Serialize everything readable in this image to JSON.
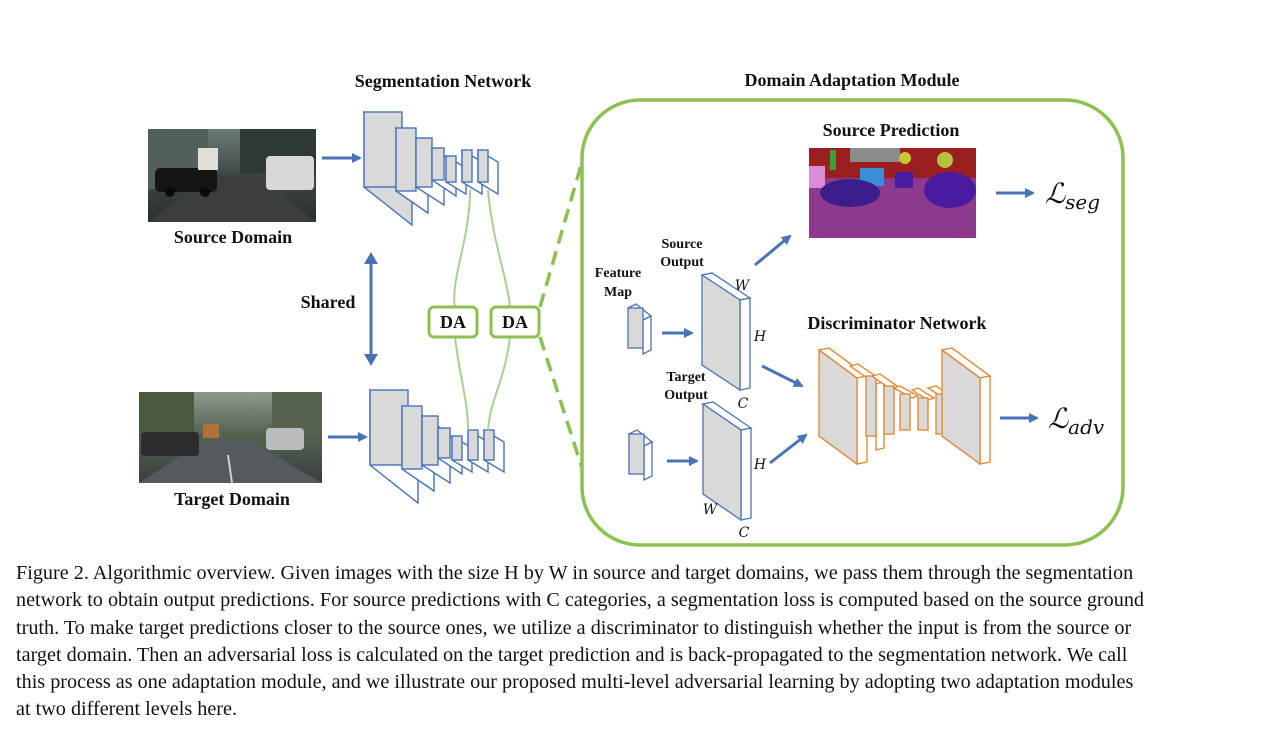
{
  "figure": {
    "segmentation_network_title": "Segmentation Network",
    "domain_adaptation_module_title": "Domain Adaptation Module",
    "source_domain_label": "Source Domain",
    "target_domain_label": "Target Domain",
    "shared_label": "Shared",
    "da_label_1": "DA",
    "da_label_2": "DA",
    "feature_map_label": [
      "Feature",
      "Map"
    ],
    "source_output_label": [
      "Source",
      "Output"
    ],
    "target_output_label": [
      "Target",
      "Output"
    ],
    "source_prediction_title": "Source Prediction",
    "discriminator_network_title": "Discriminator Network",
    "dim_w_source": "W",
    "dim_h_source": "H",
    "dim_c_source": "C",
    "dim_w_target": "W",
    "dim_h_target": "H",
    "dim_c_target": "C",
    "loss_seg_symbol": "ℒ",
    "loss_seg_subscript": "seg",
    "loss_adv_symbol": "ℒ",
    "loss_adv_subscript": "adv",
    "colors": {
      "network_stroke": "#4a72b8",
      "network_fill": "#d9d9d9",
      "arrow": "#4a72b8",
      "module_border": "#8cc152",
      "discriminator_stroke": "#e08a3c"
    }
  },
  "caption": {
    "lines": [
      "Figure 2.  Algorithmic overview. Given images with the size H by W in source and target domains, we pass them through the segmentation",
      "network to obtain output predictions. For source predictions with C categories, a segmentation loss is computed based on the source ground",
      "truth. To make target predictions closer to the source ones, we utilize a discriminator to distinguish whether the input is from the source or",
      "target domain. Then an adversarial loss is calculated on the target prediction and is back-propagated to the segmentation network. We call",
      "this process as one adaptation module, and we illustrate our proposed multi-level adversarial learning by adopting two adaptation modules",
      "at two different levels here."
    ]
  }
}
